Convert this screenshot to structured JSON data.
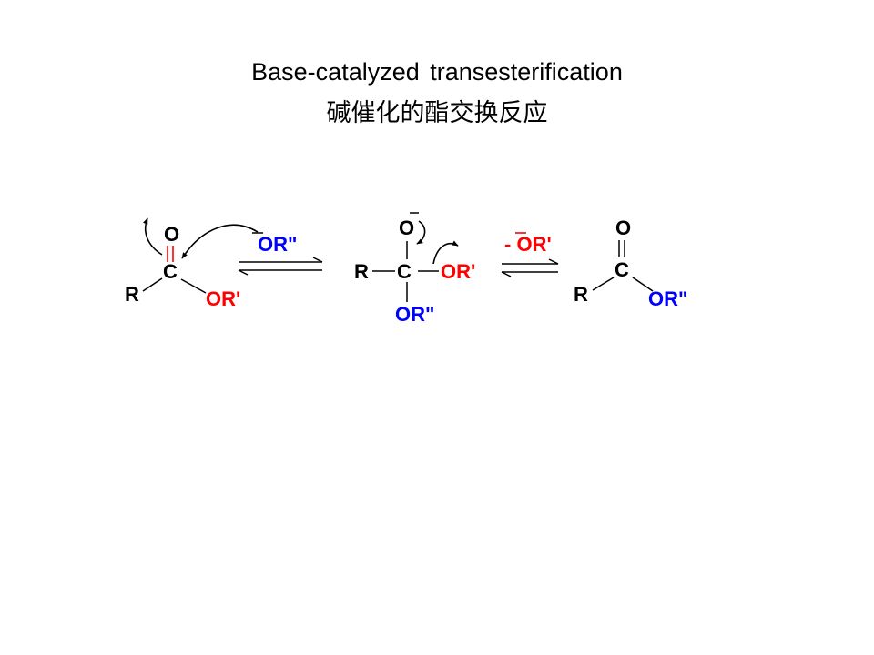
{
  "title": {
    "english": "Base-catalyzed transesterification",
    "chinese": "碱催化的酯交换反应"
  },
  "scheme": {
    "ester": {
      "oxygen": "O",
      "carbon": "C",
      "r_group": "R",
      "alkoxy": "OR'"
    },
    "nucleophile": "OR\"",
    "intermediate": {
      "oxygen": "O",
      "carbon": "C",
      "r_group": "R",
      "alkoxy_leaving": "OR'",
      "alkoxy_new": "OR\""
    },
    "charge_sign": "-",
    "leaving_group": "- OR'",
    "product": {
      "oxygen": "O",
      "carbon": "C",
      "r_group": "R",
      "alkoxy": "OR\""
    }
  },
  "colors": {
    "red": "#ff0000",
    "blue": "#0000ff",
    "black": "#000000"
  }
}
